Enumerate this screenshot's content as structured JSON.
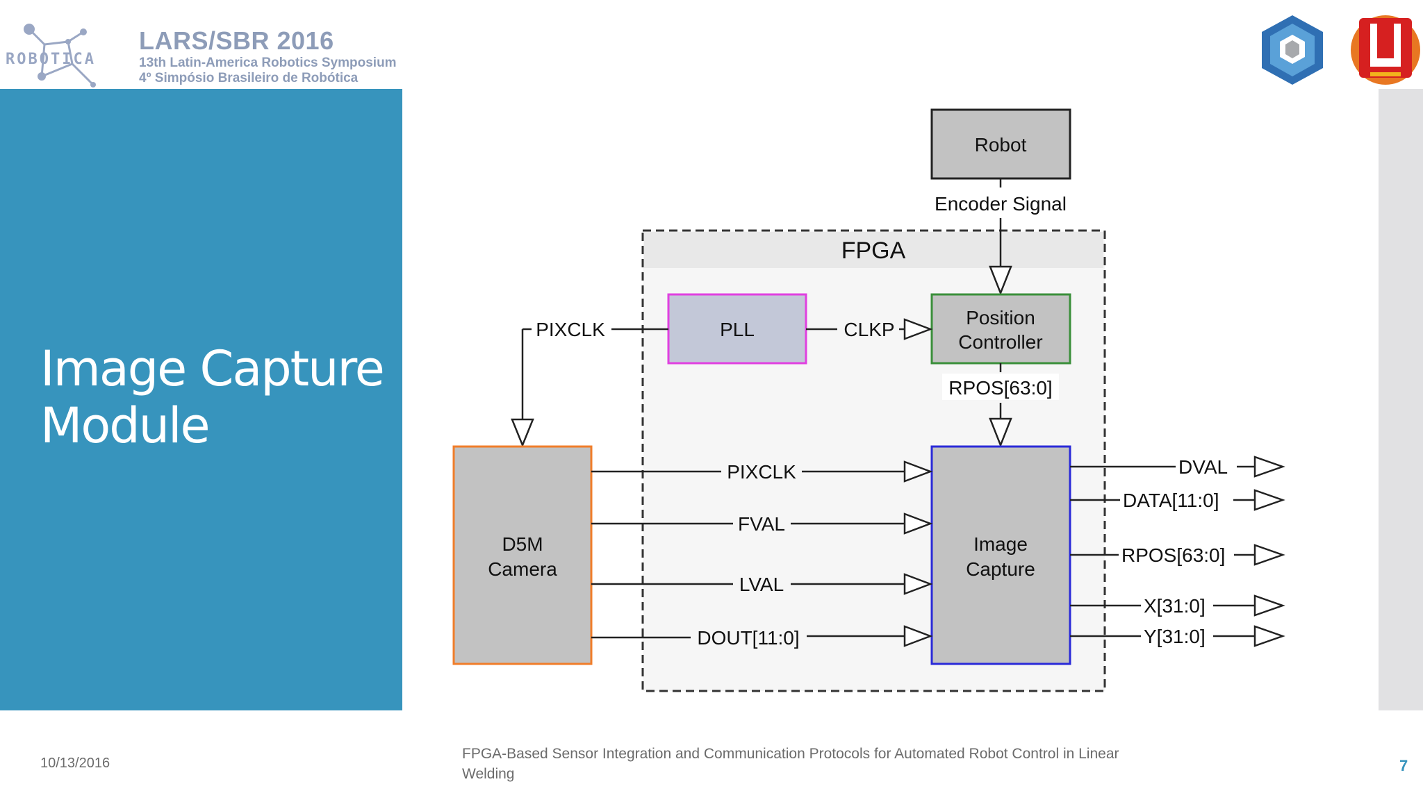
{
  "header": {
    "conference_title": "LARS/SBR 2016",
    "line1": "13th Latin-America Robotics Symposium",
    "line2": "4º Simpósio Brasileiro de Robótica",
    "logo_text": "ROBOTICA"
  },
  "slide": {
    "title_line1": "Image Capture",
    "title_line2": "Module"
  },
  "diagram": {
    "blocks": {
      "robot": "Robot",
      "fpga": "FPGA",
      "pll": "PLL",
      "position_controller_l1": "Position",
      "position_controller_l2": "Controller",
      "camera_l1": "D5M",
      "camera_l2": "Camera",
      "image_capture_l1": "Image",
      "image_capture_l2": "Capture"
    },
    "signals": {
      "encoder": "Encoder Signal",
      "pixclk_top": "PIXCLK",
      "clkp": "CLKP",
      "rpos_in": "RPOS[63:0]",
      "pixclk": "PIXCLK",
      "fval": "FVAL",
      "lval": "LVAL",
      "dout": "DOUT[11:0]"
    },
    "outputs": [
      "DVAL",
      "DATA[11:0]",
      "RPOS[63:0]",
      "X[31:0]",
      "Y[31:0]"
    ],
    "colors": {
      "block_fill": "#c0c0c0",
      "pll_border": "#e040e0",
      "position_border": "#3a8f3a",
      "camera_border": "#f07d2a",
      "image_capture_border": "#2a2ad8"
    }
  },
  "footer": {
    "date": "10/13/2016",
    "caption": "FPGA-Based Sensor Integration and Communication Protocols for Automated Robot Control in Linear Welding",
    "page": "7"
  }
}
